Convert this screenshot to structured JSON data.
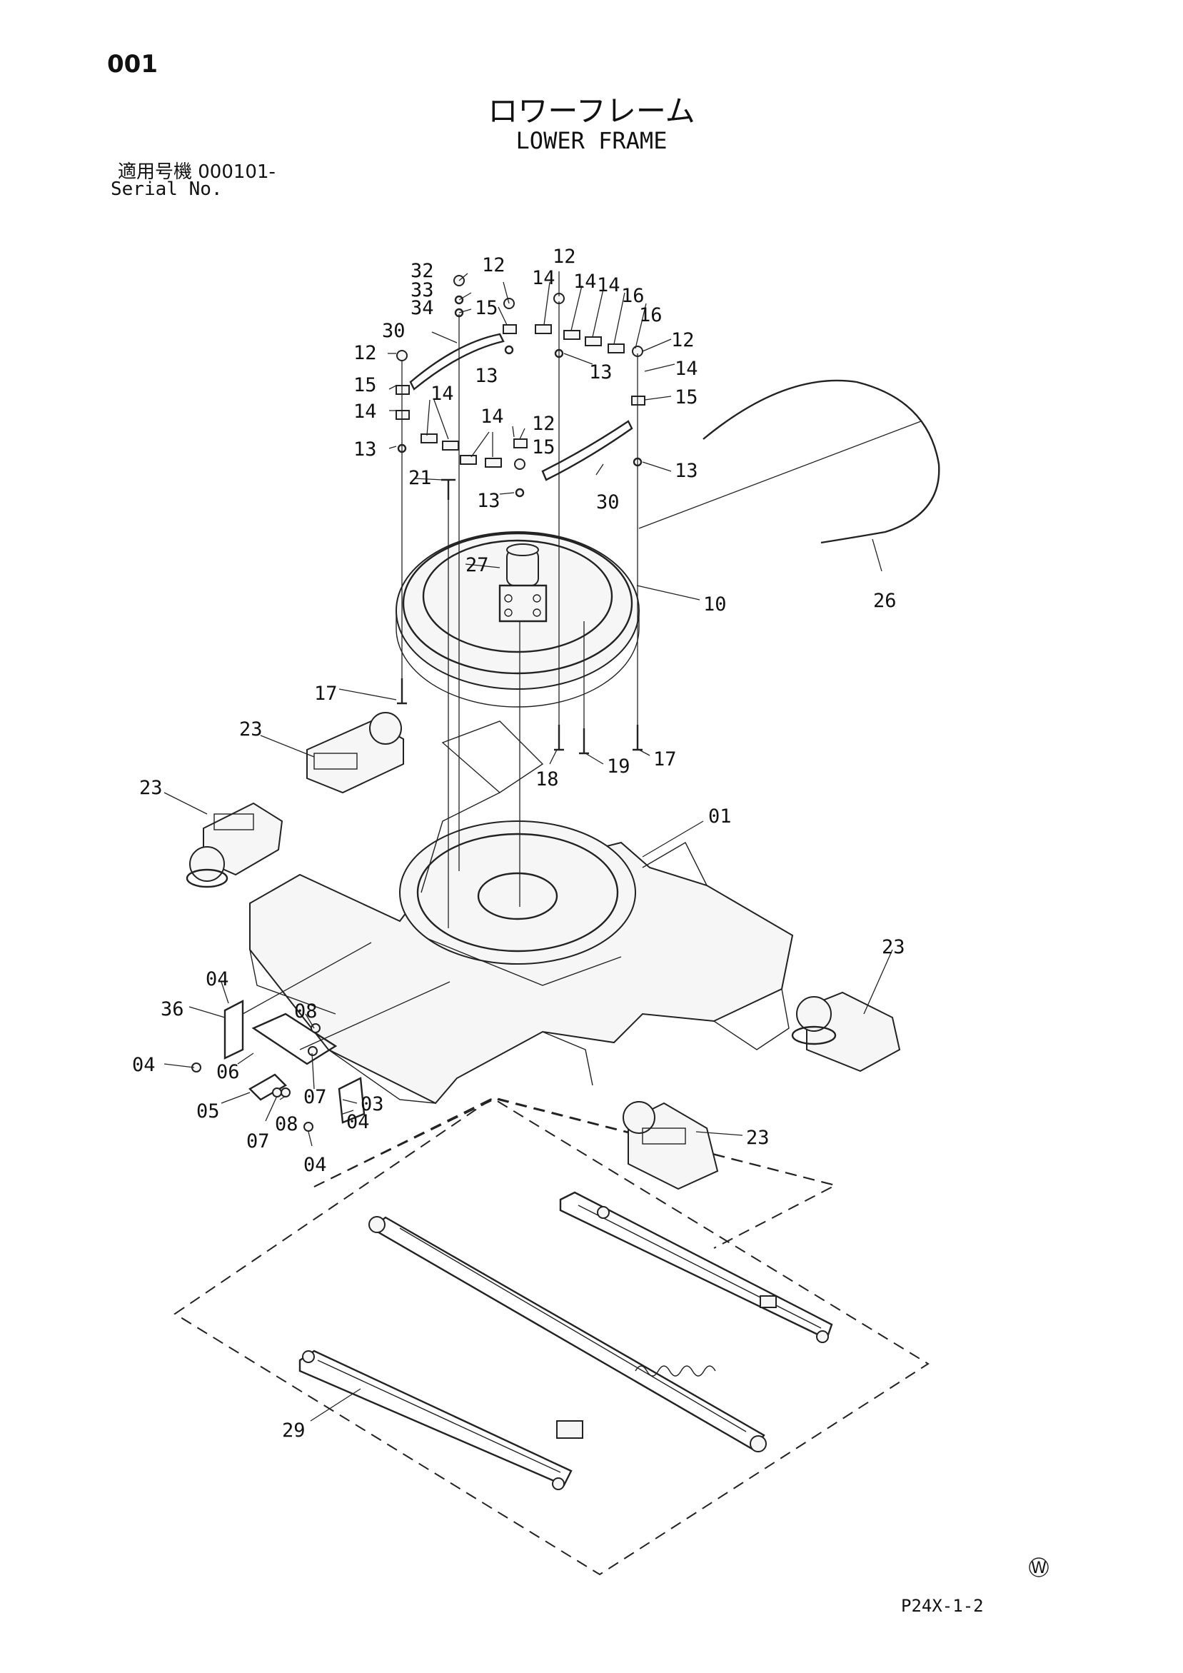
{
  "page_number": "001",
  "title_ja": "ロワーフレーム",
  "title_en": "LOWER FRAME",
  "serial_ja": "適用号機  000101-",
  "serial_en": "Serial No.",
  "footer_code": "P24X-1-2",
  "corner_mark": "W",
  "callouts": {
    "c01": "01",
    "c03": "03",
    "c04a": "04",
    "c04b": "04",
    "c04c": "04",
    "c04d": "04",
    "c05": "05",
    "c06": "06",
    "c07a": "07",
    "c07b": "07",
    "c08a": "08",
    "c08b": "08",
    "c10": "10",
    "c12a": "12",
    "c12b": "12",
    "c12c": "12",
    "c12d": "12",
    "c12e": "12",
    "c13a": "13",
    "c13b": "13",
    "c13c": "13",
    "c13d": "13",
    "c13e": "13",
    "c14a": "14",
    "c14b": "14",
    "c14c": "14",
    "c14d": "14",
    "c14e": "14",
    "c14f": "14",
    "c14g": "14",
    "c15a": "15",
    "c15b": "15",
    "c15c": "15",
    "c15d": "15",
    "c16a": "16",
    "c16b": "16",
    "c17a": "17",
    "c17b": "17",
    "c18": "18",
    "c19": "19",
    "c21": "21",
    "c23a": "23",
    "c23b": "23",
    "c23c": "23",
    "c23d": "23",
    "c26": "26",
    "c27": "27",
    "c29": "29",
    "c30a": "30",
    "c30b": "30",
    "c32": "32",
    "c33": "33",
    "c34": "34",
    "c36": "36"
  }
}
